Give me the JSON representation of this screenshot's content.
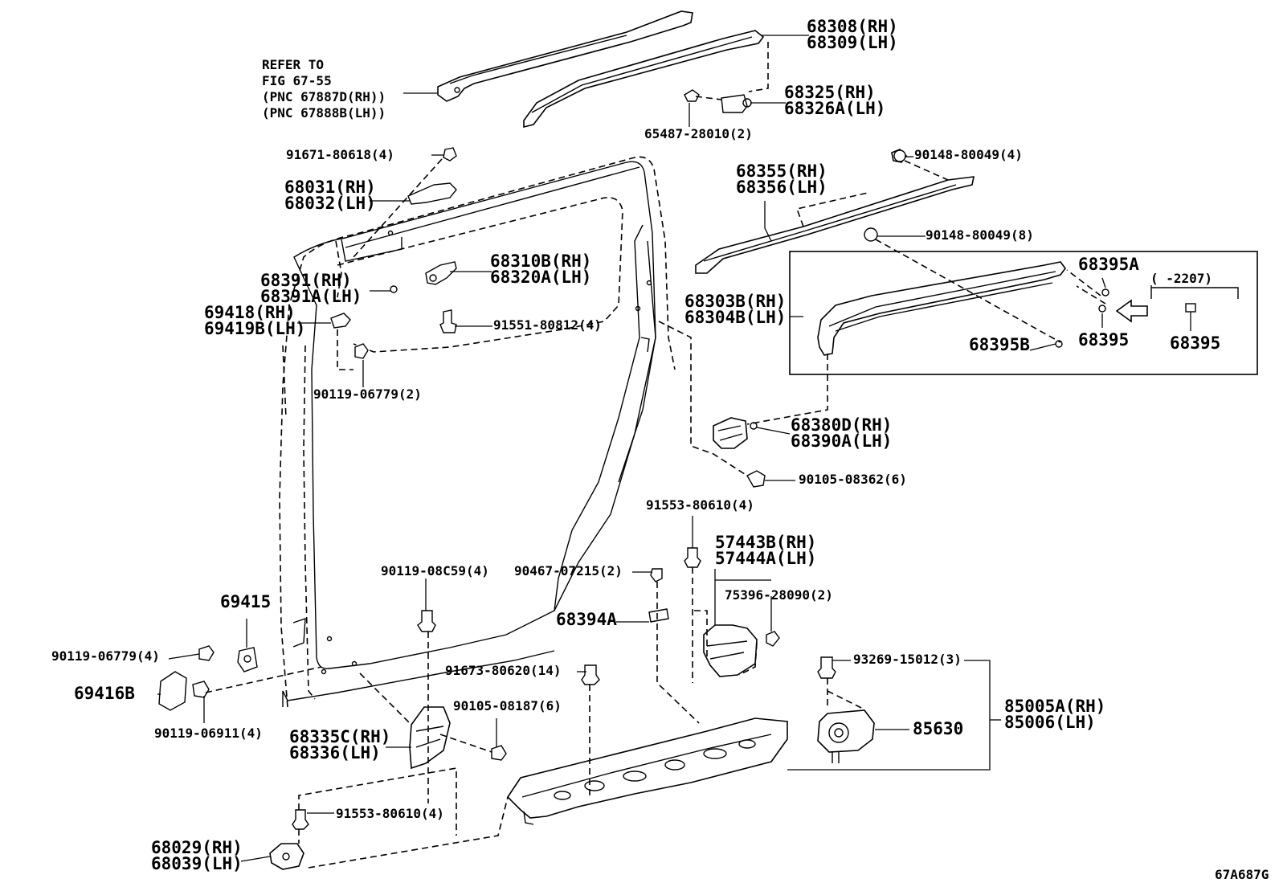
{
  "labels": {
    "ref_note": [
      "REFER TO",
      "FIG 67-55",
      "(PNC 67887D(RH))",
      "(PNC 67888B(LH))"
    ],
    "p68308": [
      "68308(RH)",
      "68309(LH)"
    ],
    "p68325": [
      "68325(RH)",
      "68326A(LH)"
    ],
    "p65487": "65487-28010(2)",
    "p91671": "91671-80618(4)",
    "p68031": [
      "68031(RH)",
      "68032(LH)"
    ],
    "p90148a": "90148-80049(4)",
    "p68355": [
      "68355(RH)",
      "68356(LH)"
    ],
    "p90148b": "90148-80049(8)",
    "p68391": [
      "68391(RH)",
      "68391A(LH)"
    ],
    "p68310": [
      "68310B(RH)",
      "68320A(LH)"
    ],
    "p69418": [
      "69418(RH)",
      "69419B(LH)"
    ],
    "p91551": "91551-80812(4)",
    "p68303": [
      "68303B(RH)",
      "68304B(LH)"
    ],
    "p68395A": "68395A",
    "p68395B": "68395B",
    "p68395": "68395",
    "p68395r": "68395",
    "bracket": "(      -2207)",
    "p90119a": "90119-06779(2)",
    "p68380": [
      "68380D(RH)",
      "68390A(LH)"
    ],
    "p90105a": "90105-08362(6)",
    "p91553a": "91553-80610(4)",
    "p57443": [
      "57443B(RH)",
      "57444A(LH)"
    ],
    "p90119b": "90119-08C59(4)",
    "p90467": "90467-07215(2)",
    "p75396": "75396-28090(2)",
    "p69415": "69415",
    "p68394A": "68394A",
    "p90119c": "90119-06779(4)",
    "p93269": "93269-15012(3)",
    "p91673": "91673-80620(14)",
    "p69416B": "69416B",
    "p90105b": "90105-08187(6)",
    "p85005": [
      "85005A(RH)",
      "85006(LH)"
    ],
    "p85630": "85630",
    "p90119d": "90119-06911(4)",
    "p68335": [
      "68335C(RH)",
      "68336(LH)"
    ],
    "p91553b": "91553-80610(4)",
    "p68029": [
      "68029(RH)",
      "68039(LH)"
    ],
    "figure_id": "67A687G"
  }
}
